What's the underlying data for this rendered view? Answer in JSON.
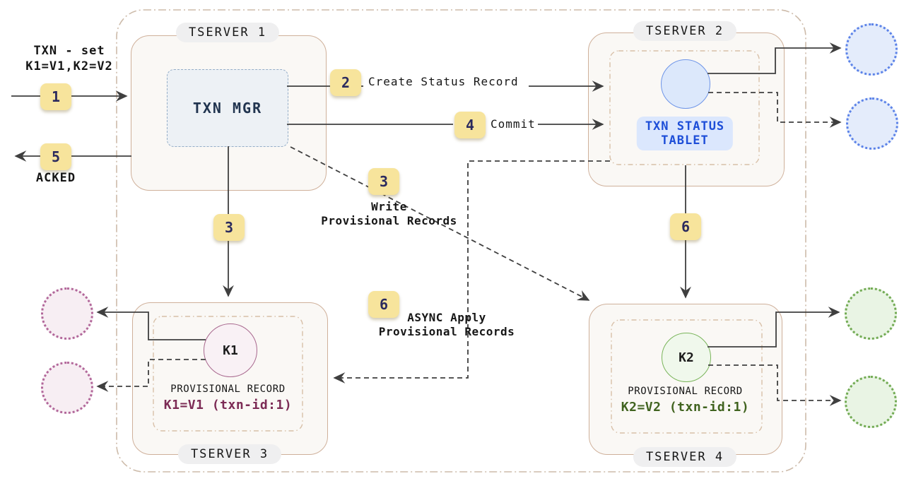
{
  "client": {
    "request_line1": "TXN - set",
    "request_line2": "K1=V1,K2=V2",
    "ack_label": "ACKED"
  },
  "steps": {
    "s1": {
      "num": "1"
    },
    "s2": {
      "num": "2",
      "label": "Create Status Record"
    },
    "s3": {
      "num": "3",
      "note_line1": "Write",
      "note_line2": "Provisional Records"
    },
    "s4": {
      "num": "4",
      "label": "Commit"
    },
    "s5": {
      "num": "5"
    },
    "s6": {
      "num": "6",
      "note_line1": "ASYNC Apply",
      "note_line2": "Provisional Records"
    }
  },
  "tservers": {
    "t1": {
      "title": "TSERVER 1",
      "txn_mgr_label": "TXN MGR"
    },
    "t2": {
      "title": "TSERVER 2",
      "tablet_line1": "TXN STATUS",
      "tablet_line2": "TABLET"
    },
    "t3": {
      "title": "TSERVER 3",
      "key_label": "K1",
      "record_title": "PROVISIONAL RECORD",
      "record_value": "K1=V1 (txn-id:1)"
    },
    "t4": {
      "title": "TSERVER 4",
      "key_label": "K2",
      "record_title": "PROVISIONAL RECORD",
      "record_value": "K2=V2 (txn-id:1)"
    }
  },
  "colors": {
    "badge_bg": "#f7e49c",
    "badge_text": "#2b2a5e",
    "pill_bg": "#efeff0",
    "tserver_fill": "#faf8f5",
    "tserver_border": "#cfb09a",
    "cluster_border": "#cdbbaa",
    "inner_border": "#d8c0a8",
    "txn_mgr_fill": "#edf1f5",
    "txn_mgr_border": "#94adc7",
    "status_blue": "#6e95e8",
    "status_blue_fill": "#dce8fb",
    "tablet_bg": "#dbe7fd",
    "tablet_text": "#1d4ed8",
    "k1_pink": "#a8688e",
    "k1_fill": "#f9f1f5",
    "k1_value_text": "#7c2b55",
    "k2_green": "#7ab55b",
    "k2_fill": "#f0f8ec",
    "k2_value_text": "#40631f",
    "replica_blue": "#5b82e8",
    "replica_blue_fill": "#e4ecfb",
    "replica_pink": "#b2679a",
    "replica_pink_fill": "#f7eef3",
    "replica_green": "#71aa52",
    "replica_green_fill": "#e9f4e4",
    "arrow": "#3f3f3f"
  }
}
